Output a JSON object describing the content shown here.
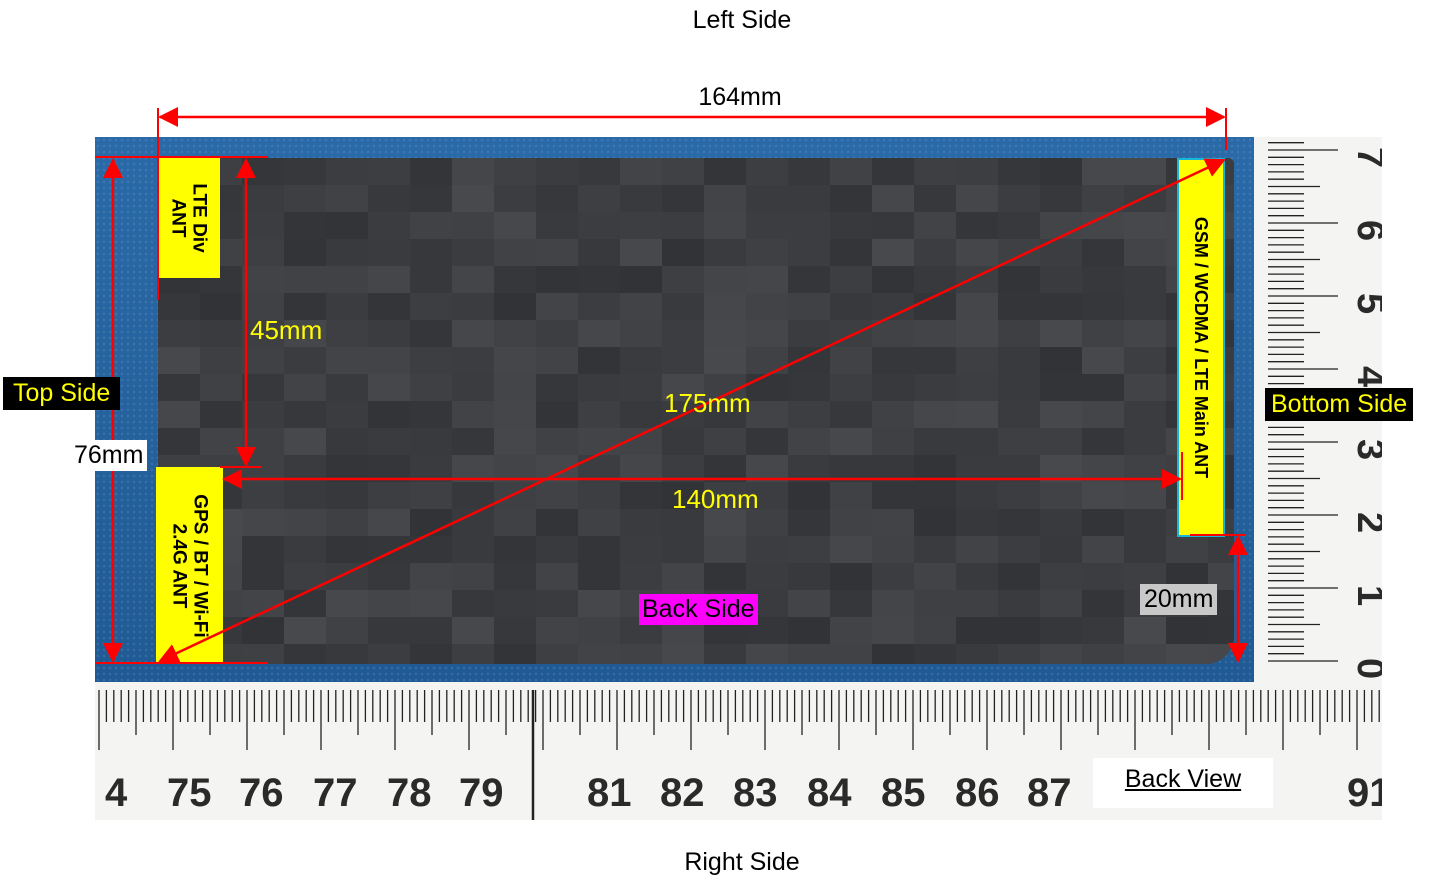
{
  "labels": {
    "left_side": "Left Side",
    "right_side": "Right Side",
    "top_side": "Top Side",
    "bottom_side": "Bottom Side",
    "back_side": "Back Side",
    "back_view": "Back View"
  },
  "dimensions": {
    "width": "164mm",
    "height": "76mm",
    "inner_height": "45mm",
    "diagonal": "175mm",
    "antenna_span": "140mm",
    "corner": "20mm"
  },
  "antennas": {
    "lte_div": "LTE Div\nANT",
    "gps_bt_wifi": "GPS / BT / Wi-Fi\n2.4G ANT",
    "main": "GSM / WCDMA / LTE Main ANT"
  },
  "ruler": {
    "horizontal_numbers": [
      "4",
      "75",
      "76",
      "77",
      "78",
      "79",
      "81",
      "82",
      "83",
      "84",
      "85",
      "86",
      "87",
      "91"
    ],
    "vertical_numbers": [
      "7",
      "6",
      "5",
      "4",
      "3",
      "2",
      "1",
      "0"
    ]
  },
  "colors": {
    "arrow": "#ff0000",
    "antenna_highlight": "#ffff00",
    "back_side_bg": "#ff00ff",
    "dim_text": "#ffff00",
    "label_dark_bg": "#000000"
  }
}
